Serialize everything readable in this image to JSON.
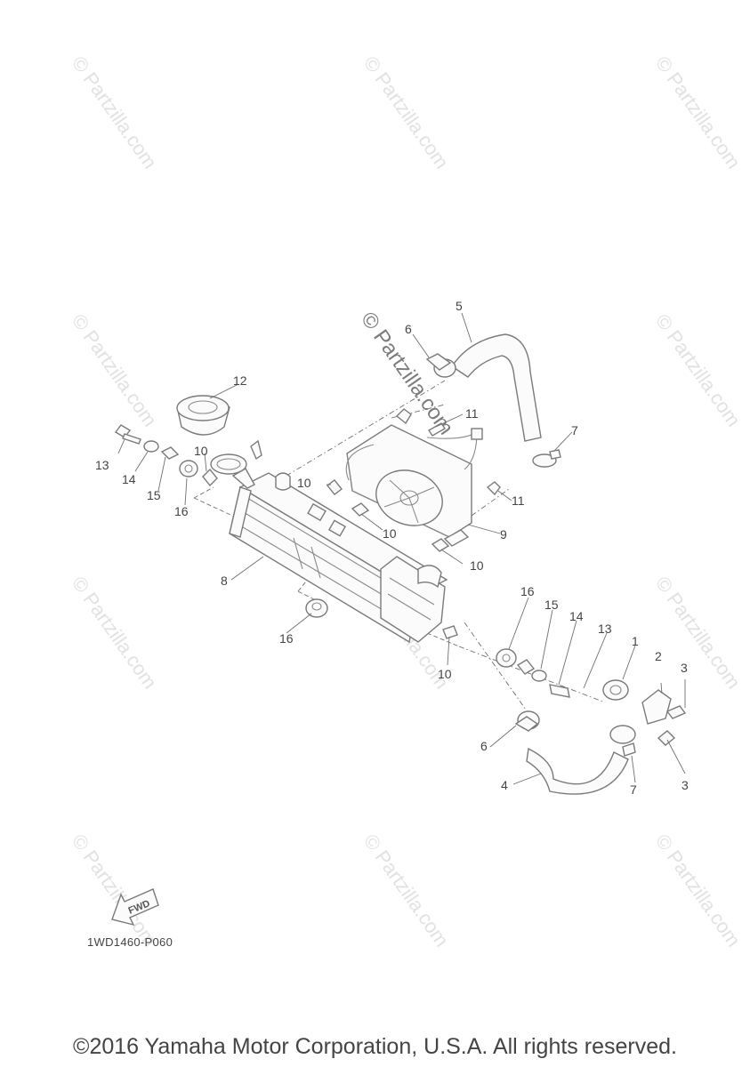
{
  "watermark": "© Partzilla.com",
  "callouts": {
    "c1": "1",
    "c2": "2",
    "c3": "3",
    "c4": "4",
    "c5": "5",
    "c6": "6",
    "c7": "7",
    "c8": "8",
    "c9": "9",
    "c10": "10",
    "c11": "11",
    "c12": "12",
    "c13": "13",
    "c14": "14",
    "c15": "15",
    "c16": "16"
  },
  "fwd_label": "FWD",
  "diagram_code": "1WD1460-P060",
  "copyright": "©2016 Yamaha Motor Corporation, U.S.A. All rights reserved."
}
